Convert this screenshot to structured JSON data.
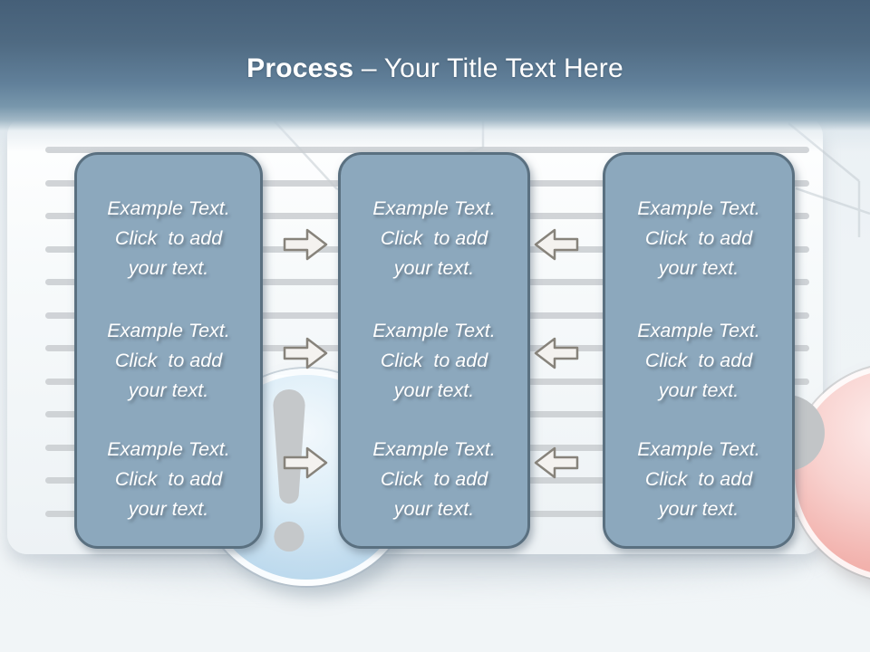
{
  "slide": {
    "title": {
      "keyword": "Process",
      "separator": " – ",
      "rest": "Your Title Text Here"
    }
  },
  "columns": [
    {
      "name": "column-1",
      "blocks": [
        {
          "line1": "Example Text.",
          "line2": "Click  to add",
          "line3": "your text."
        },
        {
          "line1": "Example Text.",
          "line2": "Click  to add",
          "line3": "your text."
        },
        {
          "line1": "Example Text.",
          "line2": "Click  to add",
          "line3": "your text."
        }
      ]
    },
    {
      "name": "column-2",
      "blocks": [
        {
          "line1": "Example Text.",
          "line2": "Click  to add",
          "line3": "your text."
        },
        {
          "line1": "Example Text.",
          "line2": "Click  to add",
          "line3": "your text."
        },
        {
          "line1": "Example Text.",
          "line2": "Click  to add",
          "line3": "your text."
        }
      ]
    },
    {
      "name": "column-3",
      "blocks": [
        {
          "line1": "Example Text.",
          "line2": "Click  to add",
          "line3": "your text."
        },
        {
          "line1": "Example Text.",
          "line2": "Click  to add",
          "line3": "your text."
        },
        {
          "line1": "Example Text.",
          "line2": "Click  to add",
          "line3": "your text."
        }
      ]
    }
  ],
  "arrows": {
    "between_col1_col2_direction": "right",
    "between_col2_col3_direction": "left",
    "rows": 3
  },
  "colors": {
    "header_top": "#455f78",
    "panel_fill": "#8ca8bd",
    "panel_border": "#5a7080",
    "arrow_fill": "#f4f2ef",
    "arrow_stroke": "#87837b",
    "blue_badge": "#b0d3ea",
    "red_badge": "#eda29c",
    "ruled_line": "#c9cdd0",
    "text": "#ffffff"
  }
}
